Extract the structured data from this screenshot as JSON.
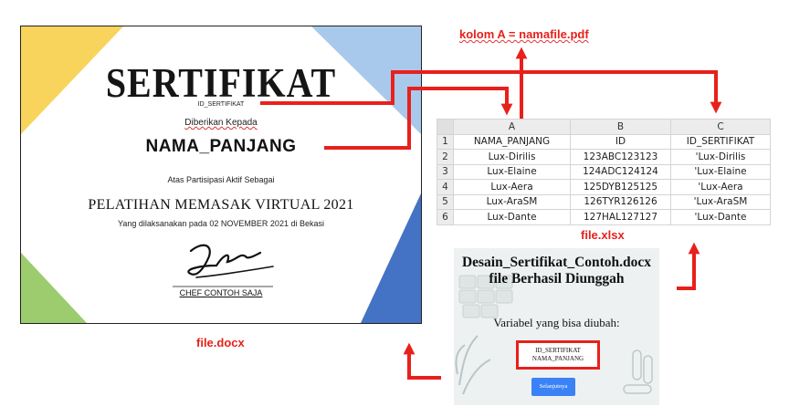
{
  "certificate": {
    "title": "SERTIFIKAT",
    "id_placeholder": "ID_SERTIFIKAT",
    "given_to": "Diberikan Kepada",
    "name_placeholder": "NAMA_PANJANG",
    "role_line": "Atas Partisipasi Aktif Sebagai",
    "event_title": "PELATIHAN MEMASAK VIRTUAL 2021",
    "date_line": "Yang dilaksanakan pada 02 NOVEMBER 2021 di Bekasi",
    "signer": "CHEF CONTOH SAJA",
    "colors": {
      "yellow": "#f9d45c",
      "light_blue": "#a9c9ec",
      "green": "#9ccc6e",
      "blue": "#4472c4"
    }
  },
  "captions": {
    "docx": "file.docx",
    "xlsx": "file.xlsx",
    "column_note": "kolom A = namafile.pdf"
  },
  "spreadsheet": {
    "columns": [
      "A",
      "B",
      "C"
    ],
    "rows": [
      {
        "num": "1",
        "cells": [
          "NAMA_PANJANG",
          "ID",
          "ID_SERTIFIKAT"
        ]
      },
      {
        "num": "2",
        "cells": [
          "Lux-Dirilis",
          "123ABC123123",
          "'Lux-Dirilis"
        ]
      },
      {
        "num": "3",
        "cells": [
          "Lux-Elaine",
          "124ADC124124",
          "'Lux-Elaine"
        ]
      },
      {
        "num": "4",
        "cells": [
          "Lux-Aera",
          "125DYB125125",
          "'Lux-Aera"
        ]
      },
      {
        "num": "5",
        "cells": [
          "Lux-AraSM",
          "126TYR126126",
          "'Lux-AraSM"
        ]
      },
      {
        "num": "6",
        "cells": [
          "Lux-Dante",
          "127HAL127127",
          "'Lux-Dante"
        ]
      }
    ]
  },
  "upload": {
    "heading_line1": "Desain_Sertifikat_Contoh.docx",
    "heading_line2": "file Berhasil Diunggah",
    "vars_label": "Variabel yang bisa diubah:",
    "var1": "ID_SERTIFIKAT",
    "var2": "NAMA_PANJANG",
    "next_button": "Selanjutnya"
  },
  "arrow_color": "#e8201b"
}
